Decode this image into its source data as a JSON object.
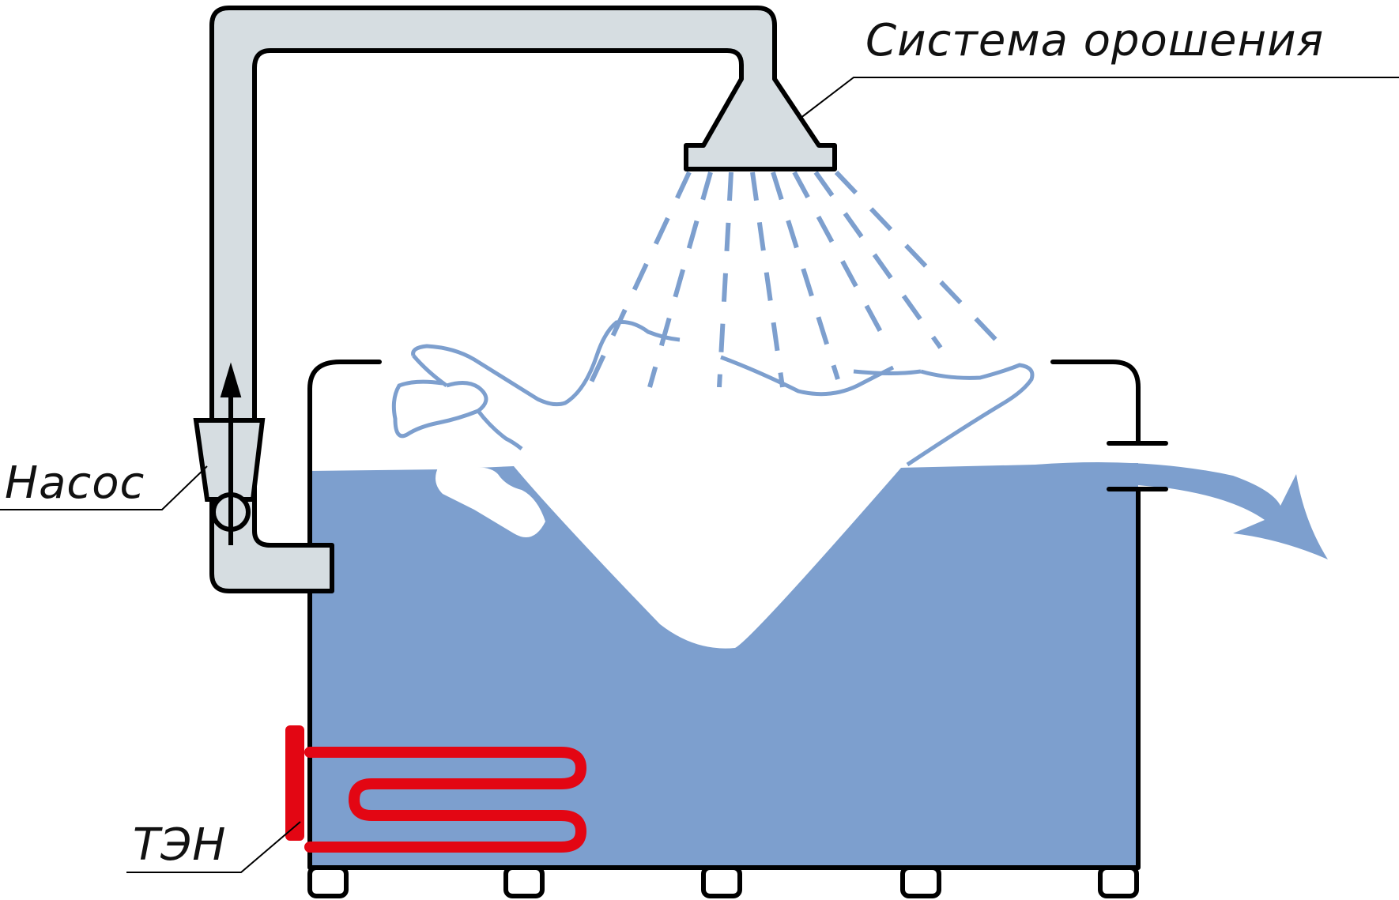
{
  "labels": {
    "irrigation_system": "Система орошения",
    "pump": "Насос",
    "heater": "ТЭН"
  },
  "colors": {
    "water": "#7d9fce",
    "pipe_fill": "#d6dde1",
    "outline": "#000000",
    "heater": "#e30613",
    "background": "#ffffff"
  },
  "icons": {
    "pump": "pump-icon",
    "flow_arrow": "outflow-arrow-icon",
    "spray": "spray-nozzle-icon"
  }
}
